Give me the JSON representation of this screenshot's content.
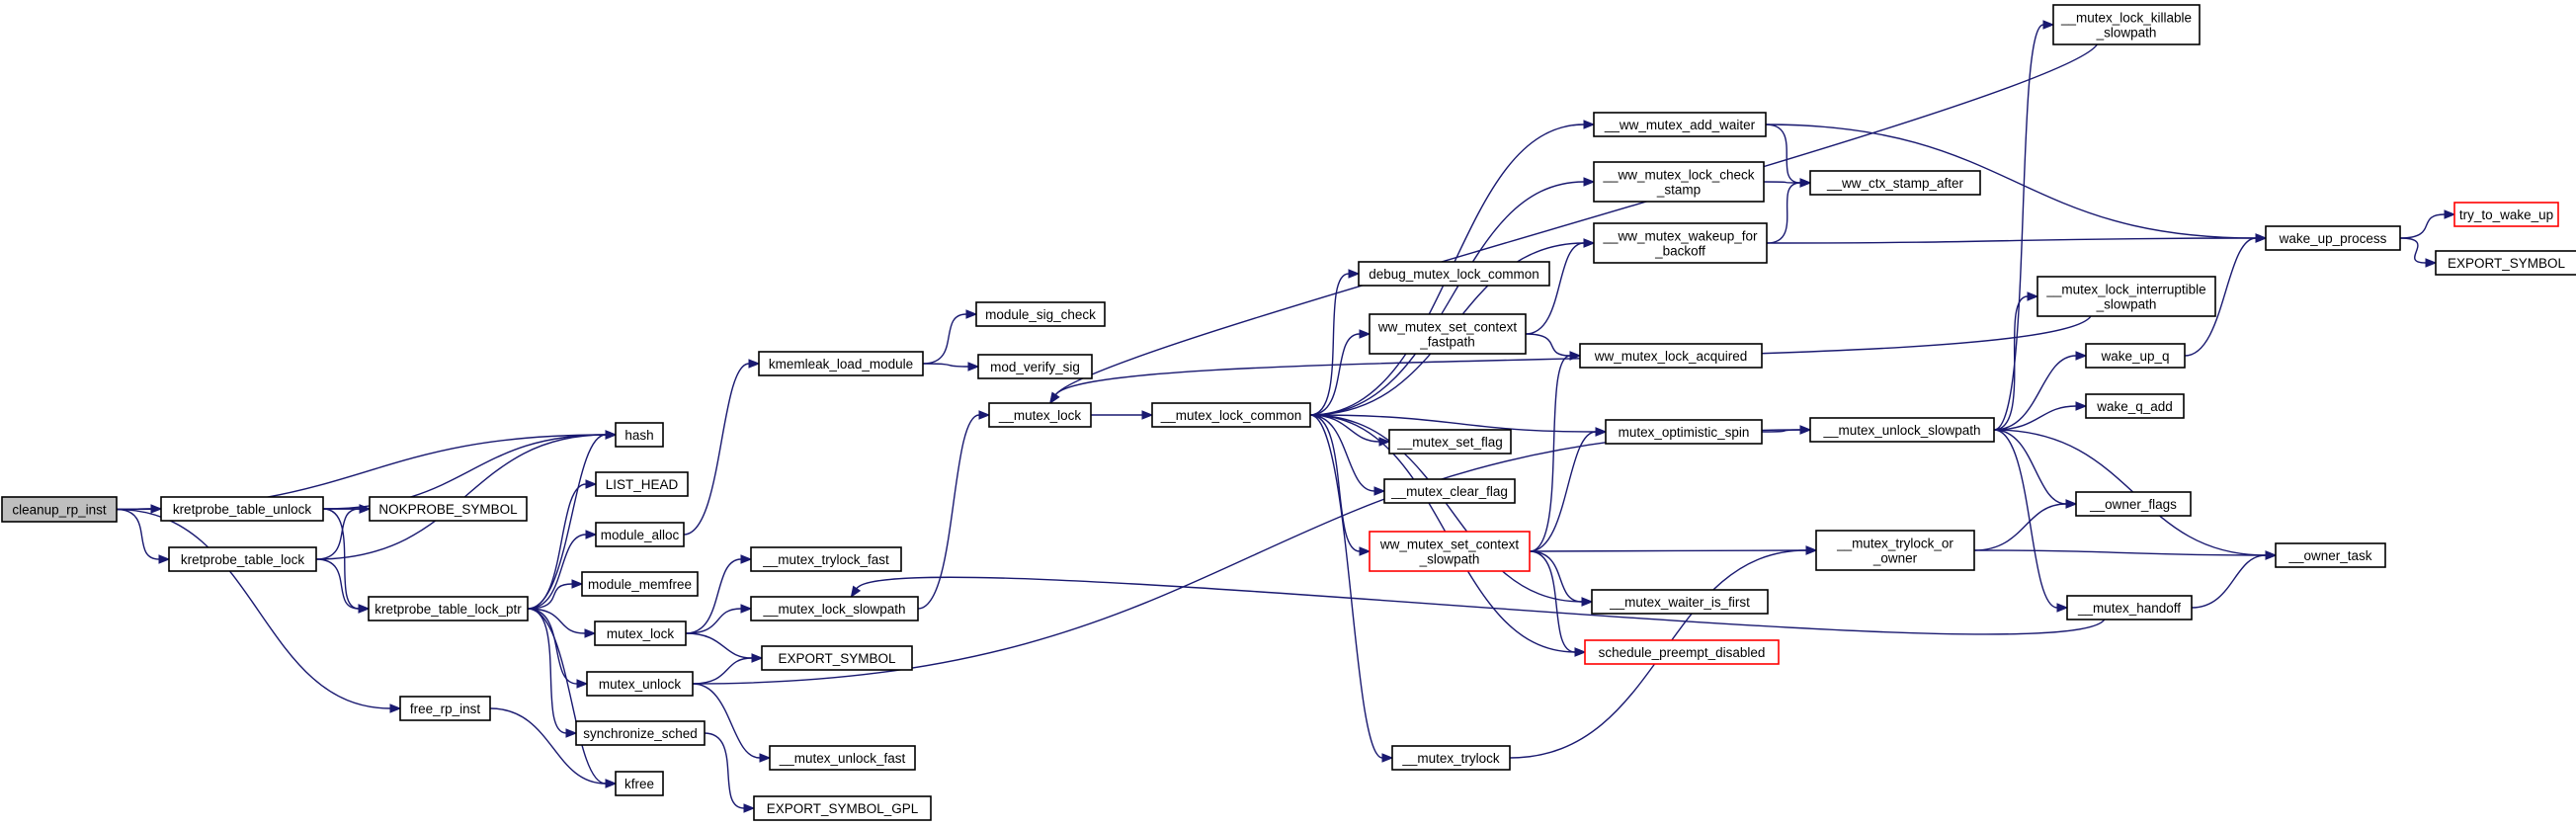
{
  "graph": {
    "nodes": [
      {
        "id": "cleanup_rp_inst",
        "lines": [
          "cleanup_rp_inst"
        ],
        "style": "root"
      },
      {
        "id": "hash",
        "lines": [
          "hash"
        ]
      },
      {
        "id": "NOKPROBE_SYMBOL",
        "lines": [
          "NOKPROBE_SYMBOL"
        ]
      },
      {
        "id": "kretprobe_table_unlock",
        "lines": [
          "kretprobe_table_unlock"
        ]
      },
      {
        "id": "kretprobe_table_lock",
        "lines": [
          "kretprobe_table_lock"
        ]
      },
      {
        "id": "kretprobe_table_lock_ptr",
        "lines": [
          "kretprobe_table_lock_ptr"
        ]
      },
      {
        "id": "free_rp_inst",
        "lines": [
          "free_rp_inst"
        ]
      },
      {
        "id": "kfree",
        "lines": [
          "kfree"
        ]
      },
      {
        "id": "LIST_HEAD",
        "lines": [
          "LIST_HEAD"
        ]
      },
      {
        "id": "module_alloc",
        "lines": [
          "module_alloc"
        ]
      },
      {
        "id": "module_memfree",
        "lines": [
          "module_memfree"
        ]
      },
      {
        "id": "mutex_lock",
        "lines": [
          "mutex_lock"
        ]
      },
      {
        "id": "mutex_unlock",
        "lines": [
          "mutex_unlock"
        ]
      },
      {
        "id": "synchronize_sched",
        "lines": [
          "synchronize_sched"
        ]
      },
      {
        "id": "kmemleak_load_module",
        "lines": [
          "kmemleak_load_module"
        ]
      },
      {
        "id": "module_sig_check",
        "lines": [
          "module_sig_check"
        ]
      },
      {
        "id": "mod_verify_sig",
        "lines": [
          "mod_verify_sig"
        ]
      },
      {
        "id": "__mutex_trylock_fast",
        "lines": [
          "__mutex_trylock_fast"
        ]
      },
      {
        "id": "__mutex_lock_slowpath",
        "lines": [
          "__mutex_lock_slowpath"
        ]
      },
      {
        "id": "EXPORT_SYMBOL_1",
        "lines": [
          "EXPORT_SYMBOL"
        ]
      },
      {
        "id": "__mutex_unlock_fast",
        "lines": [
          "__mutex_unlock_fast"
        ]
      },
      {
        "id": "EXPORT_SYMBOL_GPL",
        "lines": [
          "EXPORT_SYMBOL_GPL"
        ]
      },
      {
        "id": "__mutex_lock",
        "lines": [
          "__mutex_lock"
        ]
      },
      {
        "id": "__mutex_lock_common",
        "lines": [
          "__mutex_lock_common"
        ]
      },
      {
        "id": "debug_mutex_lock_common",
        "lines": [
          "debug_mutex_lock_common"
        ]
      },
      {
        "id": "ww_mutex_set_context_fastpath",
        "lines": [
          "ww_mutex_set_context",
          "_fastpath"
        ]
      },
      {
        "id": "__mutex_set_flag",
        "lines": [
          "__mutex_set_flag"
        ]
      },
      {
        "id": "__mutex_clear_flag",
        "lines": [
          "__mutex_clear_flag"
        ]
      },
      {
        "id": "ww_mutex_set_context_slowpath",
        "lines": [
          "ww_mutex_set_context",
          "_slowpath"
        ],
        "style": "red"
      },
      {
        "id": "__mutex_trylock",
        "lines": [
          "__mutex_trylock"
        ]
      },
      {
        "id": "__ww_mutex_add_waiter",
        "lines": [
          "__ww_mutex_add_waiter"
        ]
      },
      {
        "id": "__ww_mutex_lock_check_stamp",
        "lines": [
          "__ww_mutex_lock_check",
          "_stamp"
        ]
      },
      {
        "id": "__ww_mutex_wakeup_for_backoff",
        "lines": [
          "__ww_mutex_wakeup_for",
          "_backoff"
        ]
      },
      {
        "id": "__ww_ctx_stamp_after",
        "lines": [
          "__ww_ctx_stamp_after"
        ]
      },
      {
        "id": "ww_mutex_lock_acquired",
        "lines": [
          "ww_mutex_lock_acquired"
        ]
      },
      {
        "id": "mutex_optimistic_spin",
        "lines": [
          "mutex_optimistic_spin"
        ]
      },
      {
        "id": "__mutex_waiter_is_first",
        "lines": [
          "__mutex_waiter_is_first"
        ]
      },
      {
        "id": "schedule_preempt_disabled",
        "lines": [
          "schedule_preempt_disabled"
        ],
        "style": "red"
      },
      {
        "id": "__mutex_unlock_slowpath",
        "lines": [
          "__mutex_unlock_slowpath"
        ]
      },
      {
        "id": "__mutex_trylock_or_owner",
        "lines": [
          "__mutex_trylock_or",
          "_owner"
        ]
      },
      {
        "id": "__mutex_lock_killable_slowpath",
        "lines": [
          "__mutex_lock_killable",
          "_slowpath"
        ]
      },
      {
        "id": "__mutex_lock_interruptible_slowpath",
        "lines": [
          "__mutex_lock_interruptible",
          "_slowpath"
        ]
      },
      {
        "id": "wake_up_q",
        "lines": [
          "wake_up_q"
        ]
      },
      {
        "id": "wake_q_add",
        "lines": [
          "wake_q_add"
        ]
      },
      {
        "id": "__owner_flags",
        "lines": [
          "__owner_flags"
        ]
      },
      {
        "id": "__mutex_handoff",
        "lines": [
          "__mutex_handoff"
        ]
      },
      {
        "id": "__owner_task",
        "lines": [
          "__owner_task"
        ]
      },
      {
        "id": "wake_up_process",
        "lines": [
          "wake_up_process"
        ]
      },
      {
        "id": "try_to_wake_up",
        "lines": [
          "try_to_wake_up"
        ],
        "style": "red"
      },
      {
        "id": "EXPORT_SYMBOL_2",
        "lines": [
          "EXPORT_SYMBOL"
        ]
      }
    ],
    "edges": [
      [
        "cleanup_rp_inst",
        "hash"
      ],
      [
        "cleanup_rp_inst",
        "NOKPROBE_SYMBOL"
      ],
      [
        "cleanup_rp_inst",
        "kretprobe_table_unlock"
      ],
      [
        "cleanup_rp_inst",
        "kretprobe_table_lock"
      ],
      [
        "cleanup_rp_inst",
        "free_rp_inst"
      ],
      [
        "kretprobe_table_unlock",
        "hash"
      ],
      [
        "kretprobe_table_unlock",
        "NOKPROBE_SYMBOL"
      ],
      [
        "kretprobe_table_unlock",
        "kretprobe_table_lock_ptr"
      ],
      [
        "kretprobe_table_lock",
        "hash"
      ],
      [
        "kretprobe_table_lock",
        "NOKPROBE_SYMBOL"
      ],
      [
        "kretprobe_table_lock",
        "kretprobe_table_lock_ptr"
      ],
      [
        "kretprobe_table_lock_ptr",
        "hash"
      ],
      [
        "kretprobe_table_lock_ptr",
        "LIST_HEAD"
      ],
      [
        "kretprobe_table_lock_ptr",
        "module_alloc"
      ],
      [
        "kretprobe_table_lock_ptr",
        "module_memfree"
      ],
      [
        "kretprobe_table_lock_ptr",
        "mutex_lock"
      ],
      [
        "kretprobe_table_lock_ptr",
        "mutex_unlock"
      ],
      [
        "kretprobe_table_lock_ptr",
        "synchronize_sched"
      ],
      [
        "kretprobe_table_lock_ptr",
        "kfree"
      ],
      [
        "free_rp_inst",
        "kfree"
      ],
      [
        "module_alloc",
        "kmemleak_load_module"
      ],
      [
        "kmemleak_load_module",
        "module_sig_check"
      ],
      [
        "kmemleak_load_module",
        "mod_verify_sig"
      ],
      [
        "mutex_lock",
        "__mutex_trylock_fast"
      ],
      [
        "mutex_lock",
        "__mutex_lock_slowpath"
      ],
      [
        "mutex_lock",
        "EXPORT_SYMBOL_1"
      ],
      [
        "mutex_unlock",
        "EXPORT_SYMBOL_1"
      ],
      [
        "mutex_unlock",
        "__mutex_unlock_fast"
      ],
      [
        "mutex_unlock",
        "__mutex_unlock_slowpath"
      ],
      [
        "synchronize_sched",
        "EXPORT_SYMBOL_GPL"
      ],
      [
        "__mutex_lock_slowpath",
        "__mutex_lock"
      ],
      [
        "__mutex_lock",
        "__mutex_lock_common"
      ],
      [
        "__mutex_lock_common",
        "__ww_mutex_add_waiter"
      ],
      [
        "__mutex_lock_common",
        "__ww_mutex_lock_check_stamp"
      ],
      [
        "__mutex_lock_common",
        "__ww_mutex_wakeup_for_backoff"
      ],
      [
        "__mutex_lock_common",
        "debug_mutex_lock_common"
      ],
      [
        "__mutex_lock_common",
        "ww_mutex_set_context_fastpath"
      ],
      [
        "__mutex_lock_common",
        "mutex_optimistic_spin"
      ],
      [
        "__mutex_lock_common",
        "__mutex_set_flag"
      ],
      [
        "__mutex_lock_common",
        "__mutex_clear_flag"
      ],
      [
        "__mutex_lock_common",
        "ww_mutex_set_context_slowpath"
      ],
      [
        "__mutex_lock_common",
        "__mutex_waiter_is_first"
      ],
      [
        "__mutex_lock_common",
        "schedule_preempt_disabled"
      ],
      [
        "__mutex_lock_common",
        "__mutex_trylock"
      ],
      [
        "__ww_mutex_add_waiter",
        "__ww_ctx_stamp_after"
      ],
      [
        "__ww_mutex_add_waiter",
        "wake_up_process"
      ],
      [
        "__ww_mutex_lock_check_stamp",
        "__ww_ctx_stamp_after"
      ],
      [
        "__ww_mutex_wakeup_for_backoff",
        "__ww_ctx_stamp_after"
      ],
      [
        "__ww_mutex_wakeup_for_backoff",
        "wake_up_process"
      ],
      [
        "ww_mutex_set_context_fastpath",
        "__ww_mutex_wakeup_for_backoff"
      ],
      [
        "ww_mutex_set_context_fastpath",
        "ww_mutex_lock_acquired"
      ],
      [
        "ww_mutex_set_context_slowpath",
        "ww_mutex_lock_acquired"
      ],
      [
        "ww_mutex_set_context_slowpath",
        "mutex_optimistic_spin"
      ],
      [
        "ww_mutex_set_context_slowpath",
        "__mutex_trylock_or_owner"
      ],
      [
        "ww_mutex_set_context_slowpath",
        "__mutex_waiter_is_first"
      ],
      [
        "ww_mutex_set_context_slowpath",
        "schedule_preempt_disabled"
      ],
      [
        "mutex_optimistic_spin",
        "__mutex_unlock_slowpath"
      ],
      [
        "__mutex_trylock",
        "__mutex_trylock_or_owner"
      ],
      [
        "__mutex_unlock_slowpath",
        "__mutex_lock_killable_slowpath"
      ],
      [
        "__mutex_unlock_slowpath",
        "__mutex_lock_interruptible_slowpath"
      ],
      [
        "__mutex_unlock_slowpath",
        "wake_up_q"
      ],
      [
        "__mutex_unlock_slowpath",
        "wake_q_add"
      ],
      [
        "__mutex_unlock_slowpath",
        "__owner_flags"
      ],
      [
        "__mutex_unlock_slowpath",
        "__mutex_handoff"
      ],
      [
        "__mutex_unlock_slowpath",
        "__owner_task"
      ],
      [
        "__mutex_lock_killable_slowpath",
        "__mutex_lock"
      ],
      [
        "__mutex_lock_interruptible_slowpath",
        "__mutex_lock"
      ],
      [
        "__mutex_trylock_or_owner",
        "__owner_flags"
      ],
      [
        "__mutex_trylock_or_owner",
        "__owner_task"
      ],
      [
        "__mutex_handoff",
        "__owner_task"
      ],
      [
        "__mutex_handoff",
        "__mutex_lock_slowpath"
      ],
      [
        "wake_up_q",
        "wake_up_process"
      ],
      [
        "wake_up_process",
        "try_to_wake_up"
      ],
      [
        "wake_up_process",
        "EXPORT_SYMBOL_2"
      ]
    ]
  },
  "colors": {
    "edge": "#191970",
    "node_border": "#000000",
    "root_fill": "#bfbfbf",
    "red_border": "#ff0000"
  }
}
